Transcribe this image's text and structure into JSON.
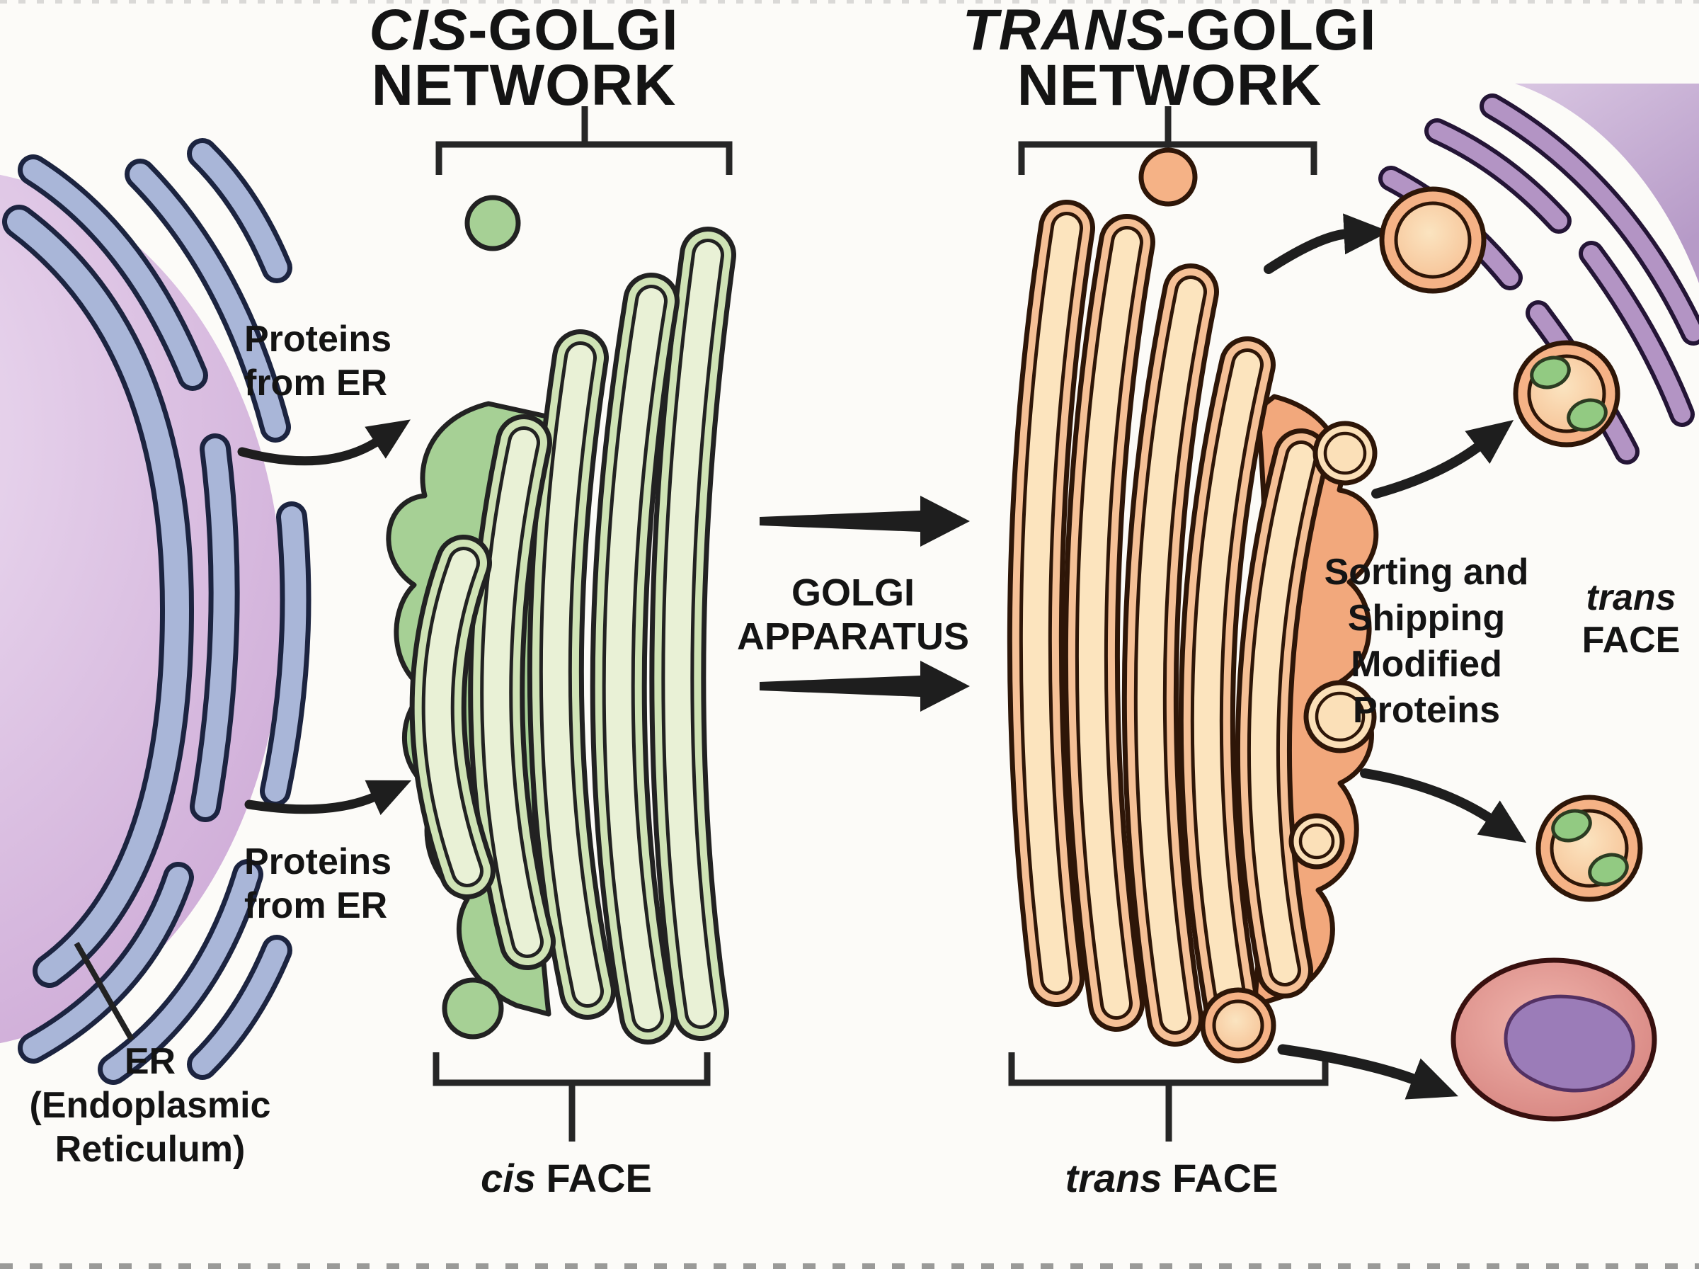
{
  "diagram": {
    "titles": {
      "cis_golgi_network": {
        "italic": "CIS",
        "suffix": "-GOLGI",
        "line2": "NETWORK"
      },
      "trans_golgi_network": {
        "italic": "TRANS",
        "suffix": "-GOLGI",
        "line2": "NETWORK"
      }
    },
    "labels": {
      "proteins_from_er_top": {
        "line1": "Proteins",
        "line2": "from ER"
      },
      "proteins_from_er_bottom": {
        "line1": "Proteins",
        "line2": "from ER"
      },
      "golgi_apparatus": {
        "line1": "GOLGI",
        "line2": "APPARATUS"
      },
      "sorting_shipping": {
        "line1": "Sorting and",
        "line2": "Shipping",
        "line3": "Modified",
        "line4": "Proteins"
      },
      "trans_face_right": {
        "italic": "trans",
        "rest": "FACE"
      },
      "er_full": {
        "line1": "ER",
        "line2": "(Endoplasmic",
        "line3": "Reticulum)"
      },
      "cis_face": {
        "italic": "cis",
        "rest": "FACE"
      },
      "trans_face": {
        "italic": "trans",
        "rest": "FACE"
      }
    },
    "colors": {
      "background": "#fcfbf8",
      "outline": "#1e1e1e",
      "text": "#141414",
      "er_membrane": "#a9b6d8",
      "er_outline": "#1c2440",
      "nucleus_fill": "#cda9d6",
      "cis_golgi_membrane": "#cfe3b5",
      "cis_golgi_dark": "#a6d095",
      "cis_golgi_lumen": "#e9f1d6",
      "trans_golgi_membrane": "#f5c096",
      "trans_golgi_dark": "#f2a87c",
      "trans_golgi_lumen": "#fce4be",
      "vesicle_orange": "#f5b286",
      "vesicle_cargo_green": "#92ca82",
      "plasma_membrane_purple": "#b394c4",
      "secretory_cell_pink": "#e09a93",
      "secretory_cell_nucleus": "#9b7cb8"
    }
  }
}
